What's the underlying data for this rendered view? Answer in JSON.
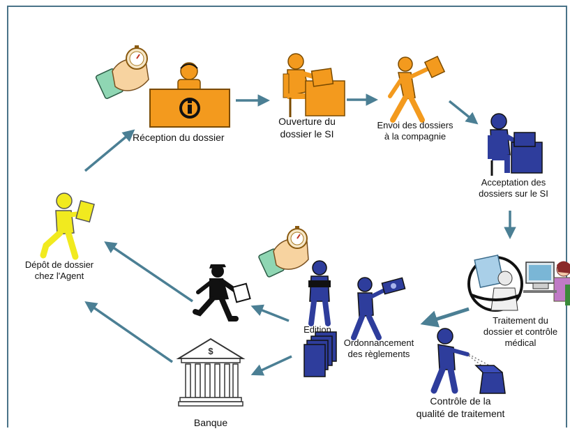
{
  "colors": {
    "frame": "#4a7388",
    "arrow": "#4b7f94",
    "orange": "#f39a1e",
    "orange_dark": "#c46f00",
    "blue": "#2e3d9c",
    "blue_dark": "#1a246a",
    "yellow": "#f1ea1f",
    "black": "#111111"
  },
  "steps": {
    "reception": "Réception du dossier",
    "ouverture_1": "Ouverture du",
    "ouverture_2": "dossier le SI",
    "envoi_1": "Envoi des dossiers",
    "envoi_2": "à la compagnie",
    "acceptation_1": "Acceptation des",
    "acceptation_2": "dossiers sur le SI",
    "traitement_1": "Traitement du",
    "traitement_2": "dossier et contrôle",
    "traitement_3": "médical",
    "controle_1": "Contrôle de la",
    "controle_2": "qualité de traitement",
    "ordonnancement_1": "Ordonnancement",
    "ordonnancement_2": "des règlements",
    "edition": "Edition",
    "banque": "Banque",
    "depot_1": "Dépôt de dossier",
    "depot_2": "chez l'Agent"
  },
  "icons": {
    "stopwatch": "stopwatch-hand-icon",
    "reception_desk": "info-desk-icon",
    "office_worker": "office-worker-icon",
    "courier": "courier-icon",
    "computer_worker": "computer-worker-icon",
    "doctor": "doctor-xray-icon",
    "nurse": "nurse-computer-icon",
    "inspector": "quality-inspector-icon",
    "editor": "editor-person-icon",
    "money_carrier": "money-carrier-icon",
    "documents": "documents-stack-icon",
    "postman": "postman-icon",
    "bank": "bank-icon",
    "agent": "agent-carrying-icon"
  }
}
